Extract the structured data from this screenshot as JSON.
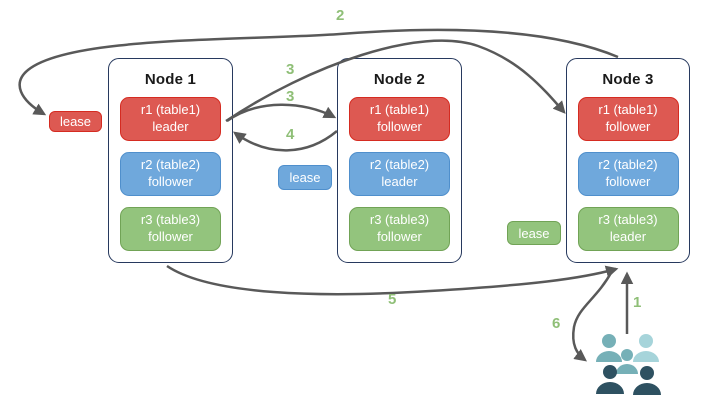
{
  "diagram": {
    "nodes": [
      {
        "title": "Node 1",
        "replicas": [
          {
            "label": "r1 (table1)",
            "role": "leader",
            "color": "red"
          },
          {
            "label": "r2 (table2)",
            "role": "follower",
            "color": "blue"
          },
          {
            "label": "r3 (table3)",
            "role": "follower",
            "color": "green"
          }
        ]
      },
      {
        "title": "Node 2",
        "replicas": [
          {
            "label": "r1 (table1)",
            "role": "follower",
            "color": "red"
          },
          {
            "label": "r2 (table2)",
            "role": "leader",
            "color": "blue"
          },
          {
            "label": "r3 (table3)",
            "role": "follower",
            "color": "green"
          }
        ]
      },
      {
        "title": "Node 3",
        "replicas": [
          {
            "label": "r1 (table1)",
            "role": "follower",
            "color": "red"
          },
          {
            "label": "r2 (table2)",
            "role": "follower",
            "color": "blue"
          },
          {
            "label": "r3 (table3)",
            "role": "leader",
            "color": "green"
          }
        ]
      }
    ],
    "leases": [
      {
        "label": "lease",
        "color": "red"
      },
      {
        "label": "lease",
        "color": "blue"
      },
      {
        "label": "lease",
        "color": "green"
      }
    ],
    "steps": [
      {
        "id": "step-2",
        "label": "2"
      },
      {
        "id": "step-3a",
        "label": "3"
      },
      {
        "id": "step-3b",
        "label": "3"
      },
      {
        "id": "step-4",
        "label": "4"
      },
      {
        "id": "step-5",
        "label": "5"
      },
      {
        "id": "step-6",
        "label": "6"
      },
      {
        "id": "step-1",
        "label": "1"
      }
    ],
    "icons": {
      "users": "users-icon"
    },
    "colors": {
      "replica_red": "#DD5952",
      "replica_red_border": "#D52B21",
      "replica_blue": "#6FA8DC",
      "replica_blue_border": "#4F8FCC",
      "replica_green": "#93C47D",
      "replica_green_border": "#71A356",
      "node_border": "#27395E",
      "arrow": "#595959",
      "step_label": "#8FBF77",
      "users_teal": "#76B0B7",
      "users_light_teal": "#A6D4DA",
      "users_dark": "#2E5161"
    }
  }
}
